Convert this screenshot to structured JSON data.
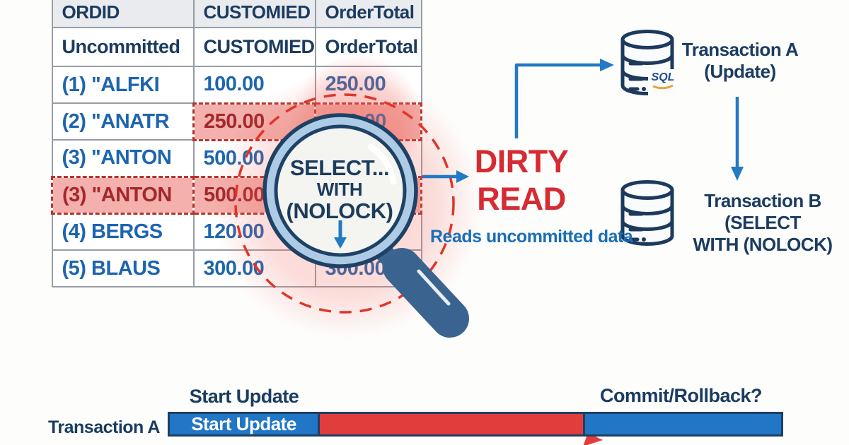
{
  "table": {
    "headers": [
      "ORDID",
      "CUSTOMIED",
      "OrderTotal"
    ],
    "rows": [
      [
        "Uncommitted",
        "CUSTOMIED",
        "OrderTotal"
      ],
      [
        "(1)  \"ALFKI",
        "100.00",
        "250.00"
      ],
      [
        "(2)  \"ANATR",
        "250.00",
        "250.00"
      ],
      [
        "(3)  \"ANTON",
        "500.00",
        ""
      ],
      [
        "(3)  \"ANTON",
        "500.00",
        ""
      ],
      [
        "(4)  BERGS",
        "120.00",
        ""
      ],
      [
        "(5)  BLAUS",
        "300.00",
        "300.00"
      ]
    ]
  },
  "magnifier": {
    "line1": "SELECT...",
    "line2": "WITH",
    "line3": "(NOLOCK)"
  },
  "dirty_read": {
    "word1": "DIRTY",
    "word2": "READ",
    "caption": "Reads uncommitted data"
  },
  "transaction_a": {
    "name": "Transaction A",
    "action": "(Update)",
    "badge": "SQL"
  },
  "transaction_b": {
    "name": "Transaction B",
    "action_line1": "(SELECT",
    "action_line2": "WITH (NOLOCK)"
  },
  "timeline": {
    "above_label": "Start Update",
    "commit_label": "Commit/Rollback?",
    "row_label": "Transaction A",
    "segment1_text": "Start Update"
  },
  "colors": {
    "navy_text": "#1b3c60",
    "data_blue": "#1d65af",
    "dirty_red": "#d62b33",
    "arrow_blue": "#2279c4",
    "highlight_pink": "#f3b0ac",
    "highlight_red_text": "#a3282c",
    "dashed_circle_red": "#e0352b",
    "timeline_blue": "#2176c5",
    "timeline_red": "#e23d3d",
    "magnifier_ring": "#aecbe6",
    "magnifier_handle": "#3a648f"
  }
}
